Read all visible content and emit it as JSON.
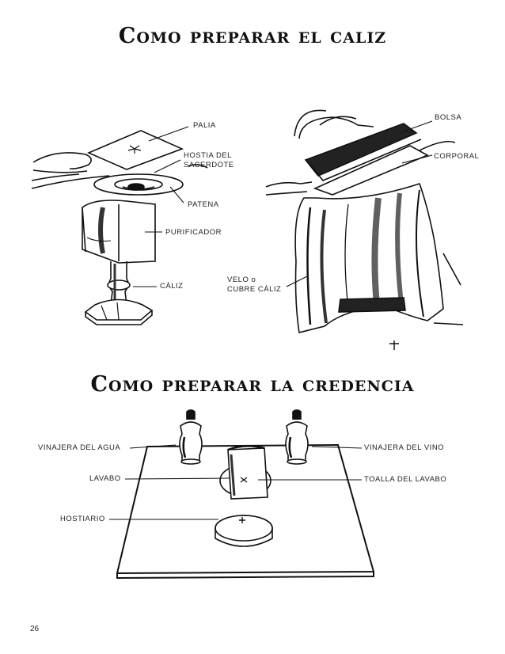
{
  "page": {
    "title_chalice": "Como preparar el caliz",
    "title_credence": "Como preparar la credencia",
    "page_number": "26"
  },
  "chalice_left": {
    "palia": "PALIA",
    "hostia_line1": "HOSTIA DEL",
    "hostia_line2": "SACERDOTE",
    "patena": "PATENA",
    "purificador": "PURIFICADOR",
    "caliz": "CÁLIZ"
  },
  "chalice_right": {
    "bolsa": "BOLSA",
    "corporal": "CORPORAL",
    "velo_line1": "VELO o",
    "velo_line2": "CUBRE CÁLIZ"
  },
  "credence": {
    "vinajera_agua": "VINAJERA DEL AGUA",
    "lavabo": "LAVABO",
    "hostiario": "HOSTIARIO",
    "vinajera_vino": "VINAJERA DEL VINO",
    "toalla": "TOALLA DEL LAVABO"
  }
}
